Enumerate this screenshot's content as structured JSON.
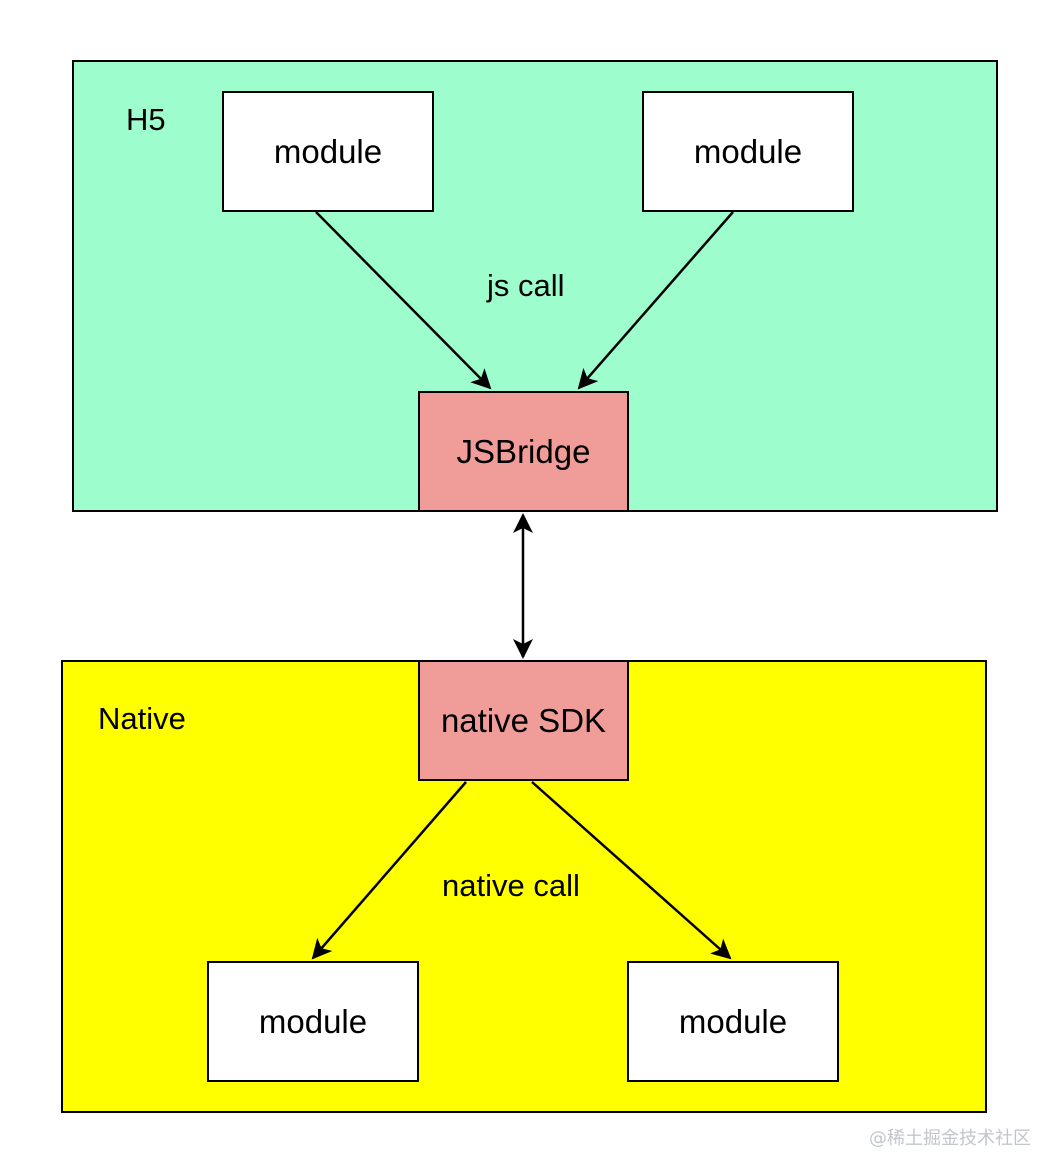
{
  "colors": {
    "h5_layer_fill": "#9dfdcc",
    "native_layer_fill": "#ffff00",
    "bridge_fill": "#f09c99",
    "module_fill": "#ffffff",
    "line": "#000000"
  },
  "h5": {
    "label": "H5",
    "modules": [
      "module",
      "module"
    ],
    "edge_label": "js call",
    "bridge_label": "JSBridge"
  },
  "native": {
    "label": "Native",
    "sdk_label": "native SDK",
    "edge_label": "native call",
    "modules": [
      "module",
      "module"
    ]
  },
  "watermark": "@稀土掘金技术社区"
}
